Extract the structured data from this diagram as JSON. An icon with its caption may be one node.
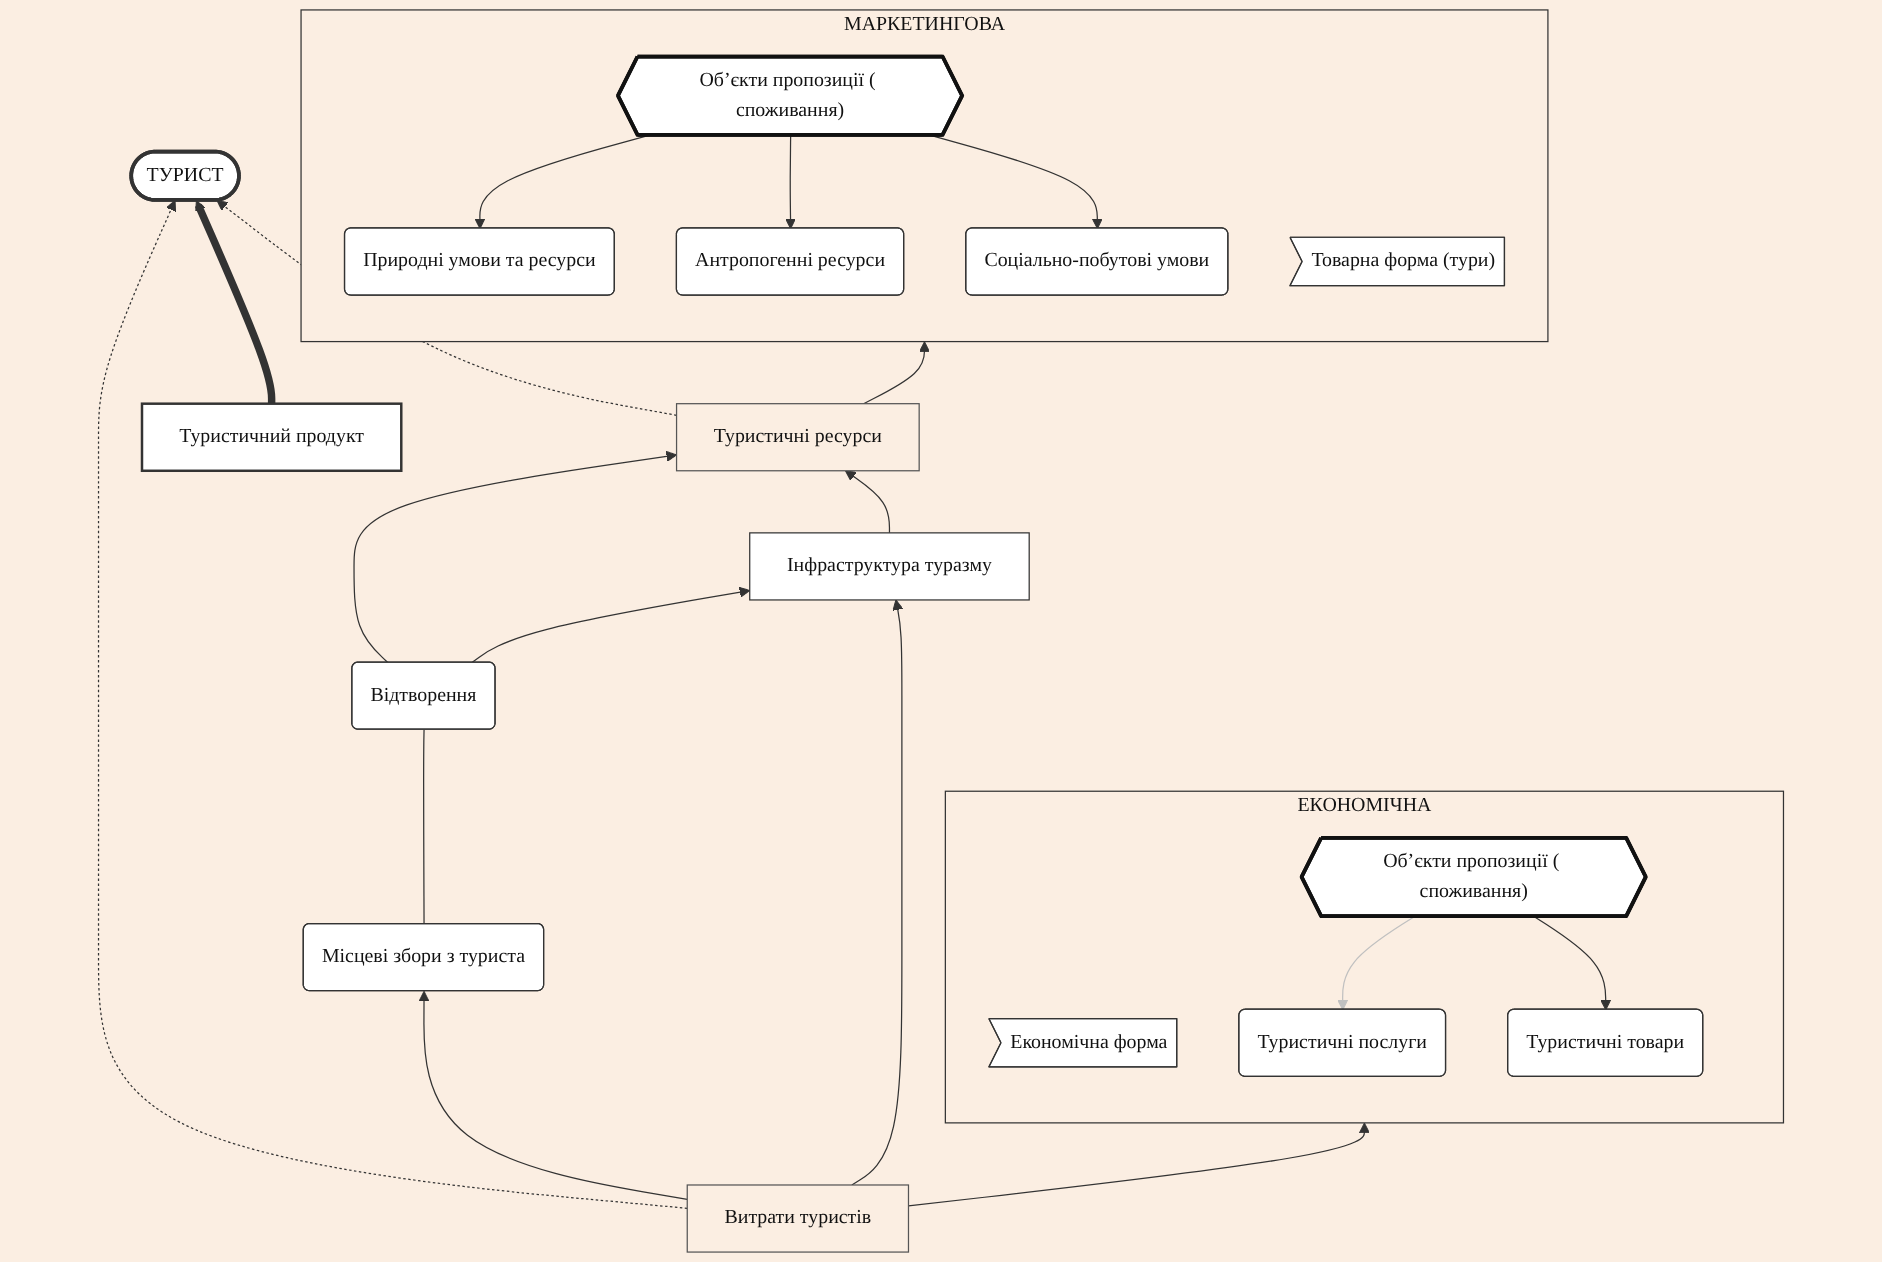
{
  "diagram": {
    "nodes": [
      {
        "text": [
          "Туристичні ресурси"
        ]
      },
      {
        "text": [
          "ТУРИСТ"
        ]
      },
      {
        "text": [
          "Витрати туристів"
        ]
      },
      {
        "text": [
          "МАРКЕТИНГОВА"
        ]
      },
      {
        "text": [
          "ЕКОНОМІЧНА"
        ]
      },
      {
        "text": [
          "Об’єкти пропозиції ( споживання)"
        ],
        "in": 3
      },
      {
        "text": [
          "Природні умови та ресурси"
        ],
        "in": 3
      },
      {
        "text": [
          "Антропогенні ресурси"
        ],
        "in": 3
      },
      {
        "text": [
          "Соціально-побутові умови"
        ],
        "in": 3
      },
      {
        "text": [
          "Товарна форма (тури)"
        ],
        "in": 3
      },
      {
        "text": [
          "Туристичний продукт"
        ]
      },
      {
        "text": [
          "Економічна форма"
        ],
        "in": 4
      },
      {
        "text": [
          "Об’єкти пропозиції ( споживання)"
        ],
        "in": 4
      },
      {
        "text": [
          "Туристичні послуги"
        ],
        "in": 4
      },
      {
        "text": [
          "Туристичні товари"
        ],
        "in": 4
      },
      {
        "text": [
          "Відтворення"
        ]
      },
      {
        "text": [
          "Місцеві збори з туриста"
        ]
      },
      {
        "text": [
          "Інфраструктура туразму"
        ]
      }
    ],
    "edges": [
      {
        "from": 0,
        "to": 1,
        "arrow": "to",
        "style": "dashed"
      },
      {
        "from": 2,
        "to": 1,
        "arrow": "to",
        "style": "dashed"
      },
      {
        "from": 10,
        "to": 1,
        "arrow": "to",
        "style": "thick"
      },
      {
        "from": 0,
        "to": 3,
        "arrow": "to"
      },
      {
        "from": 2,
        "to": 4,
        "arrow": "to"
      },
      {
        "from": 5,
        "to": 6,
        "arrow": "to"
      },
      {
        "from": 5,
        "to": 7,
        "arrow": "to"
      },
      {
        "from": 5,
        "to": 8,
        "arrow": "to"
      },
      {
        "from": 12,
        "to": 13,
        "arrow": "to",
        "color": "#c0c0c0"
      },
      {
        "from": 12,
        "to": 14,
        "arrow": "to"
      },
      {
        "from": 16,
        "to": 15,
        "arrow": "none"
      },
      {
        "from": 15,
        "to": 0,
        "arrow": "to"
      },
      {
        "from": 15,
        "to": 17,
        "arrow": "to"
      },
      {
        "from": 17,
        "to": 0,
        "arrow": "to"
      },
      {
        "from": 2,
        "to": 16,
        "arrow": "to"
      },
      {
        "from": 2,
        "to": 17,
        "arrow": "to"
      }
    ]
  }
}
